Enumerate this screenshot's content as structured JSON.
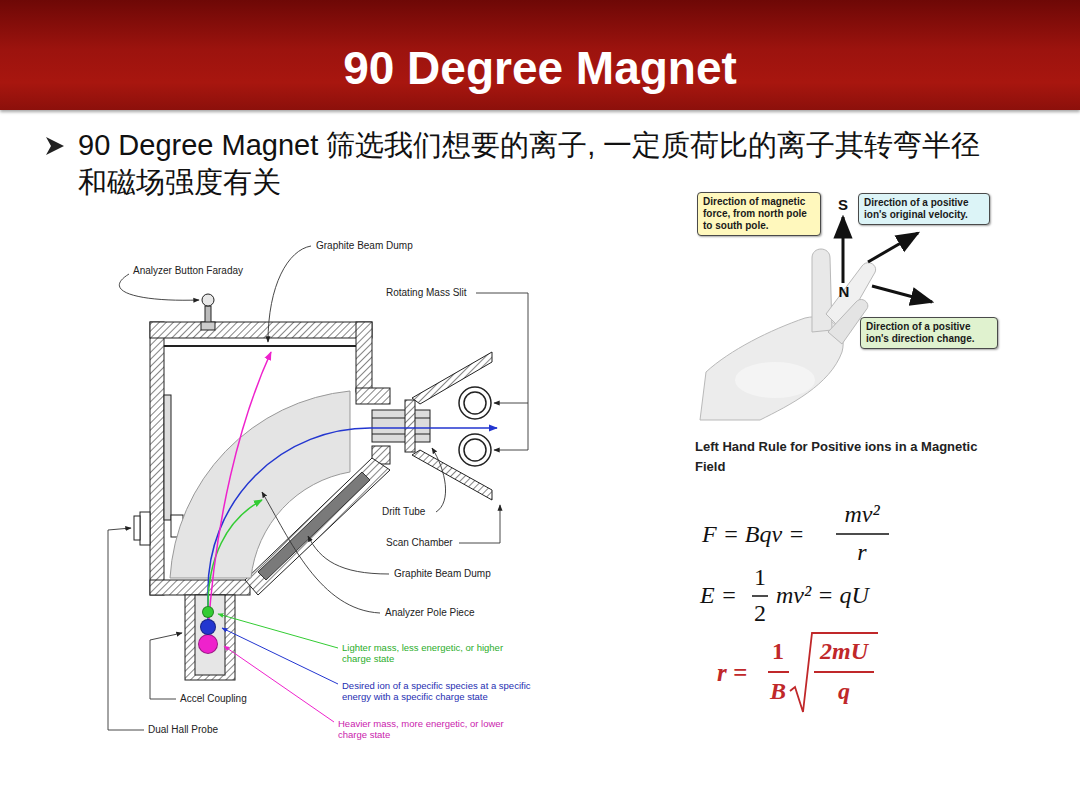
{
  "diagram": {
    "title": "90 Degree Magnet",
    "nodes": [
      {
        "text": [
          "Direction of magnetic force, from north pole to south pole."
        ]
      },
      {
        "text": [
          "Direction of a positive ion's original velocity."
        ]
      },
      {
        "text": [
          "Direction of a positive ion's direction change."
        ]
      }
    ],
    "labels": [
      "90 Degree Magnet 筛选我们想要的离子, 一定质荷比的离子其转弯半径和磁场强度有关",
      "Graphite Beam Dump",
      "Analyzer Button Faraday",
      "Rotating Mass Slit",
      "Drift Tube",
      "Scan Chamber",
      "Graphite Beam Dump",
      "Analyzer Pole Piece",
      "Accel Coupling",
      "Dual Hall Probe",
      "S",
      "N",
      "Left Hand Rule for Positive ions in a Magnetic Field",
      "F = Bqv =",
      "mv²",
      "r",
      "E =",
      "1",
      "2",
      "mv² = qU",
      "r =",
      "1",
      "B",
      "2mU",
      "q"
    ],
    "legend": [
      {
        "text": "Lighter mass, less energetic, or higher charge state",
        "color": "#33cc33"
      },
      {
        "text": "Desired ion of a specific species at a specific energy with a specific charge state",
        "color": "#2336d0"
      },
      {
        "text": "Heavier mass, more energetic, or lower charge state",
        "color": "#ee22cc"
      }
    ]
  }
}
